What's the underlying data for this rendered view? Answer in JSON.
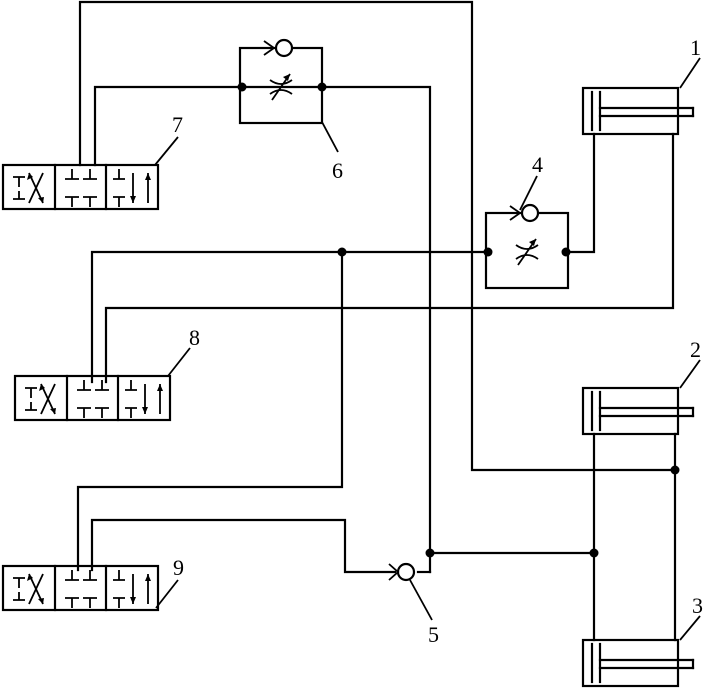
{
  "labels": {
    "cyl1": "1",
    "cyl2": "2",
    "cyl3": "3",
    "valve4": "4",
    "valve5": "5",
    "valve6": "6",
    "valve7": "7",
    "valve8": "8",
    "valve9": "9"
  },
  "colors": {
    "line": "#000000",
    "background": "#ffffff"
  }
}
